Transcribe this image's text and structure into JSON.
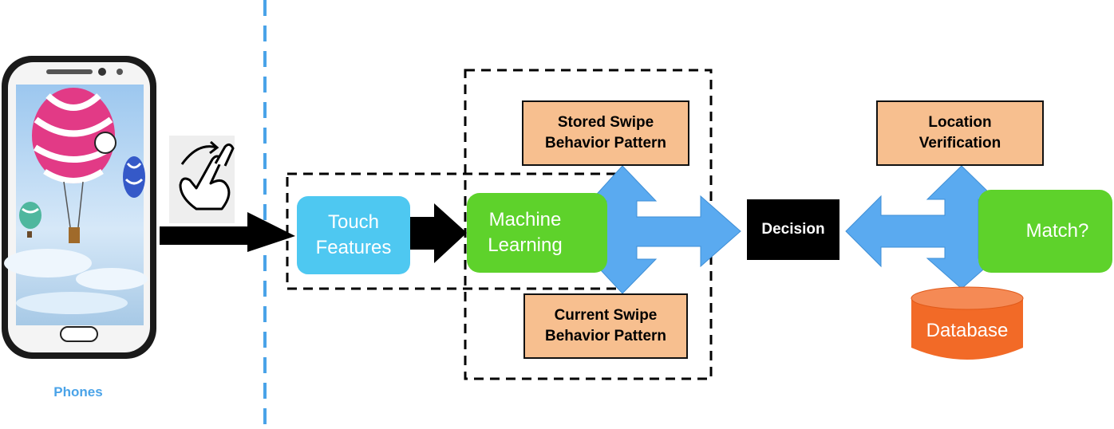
{
  "phones_label": "Phones",
  "nodes": {
    "touch_features": "Touch\nFeatures",
    "machine_learning": "Machine\nLearning",
    "stored_pattern": "Stored Swipe\nBehavior Pattern",
    "current_pattern": "Current Swipe\nBehavior Pattern",
    "decision": "Decision",
    "location_verification": "Location\nVerification",
    "match": "Match?",
    "database": "Database"
  },
  "colors": {
    "divider": "#4aa3e8",
    "arrow_blue": "#5aaaf0",
    "touch_box": "#4ec8f1",
    "ml_box": "#5ed22b",
    "pattern_box": "#f7bf8f",
    "database": "#f26a27",
    "decision_box": "#000000",
    "phones_label": "#4aa3e8"
  },
  "icons": [
    "smartphone-icon",
    "hand-swipe-icon",
    "hot-air-balloon-image"
  ]
}
